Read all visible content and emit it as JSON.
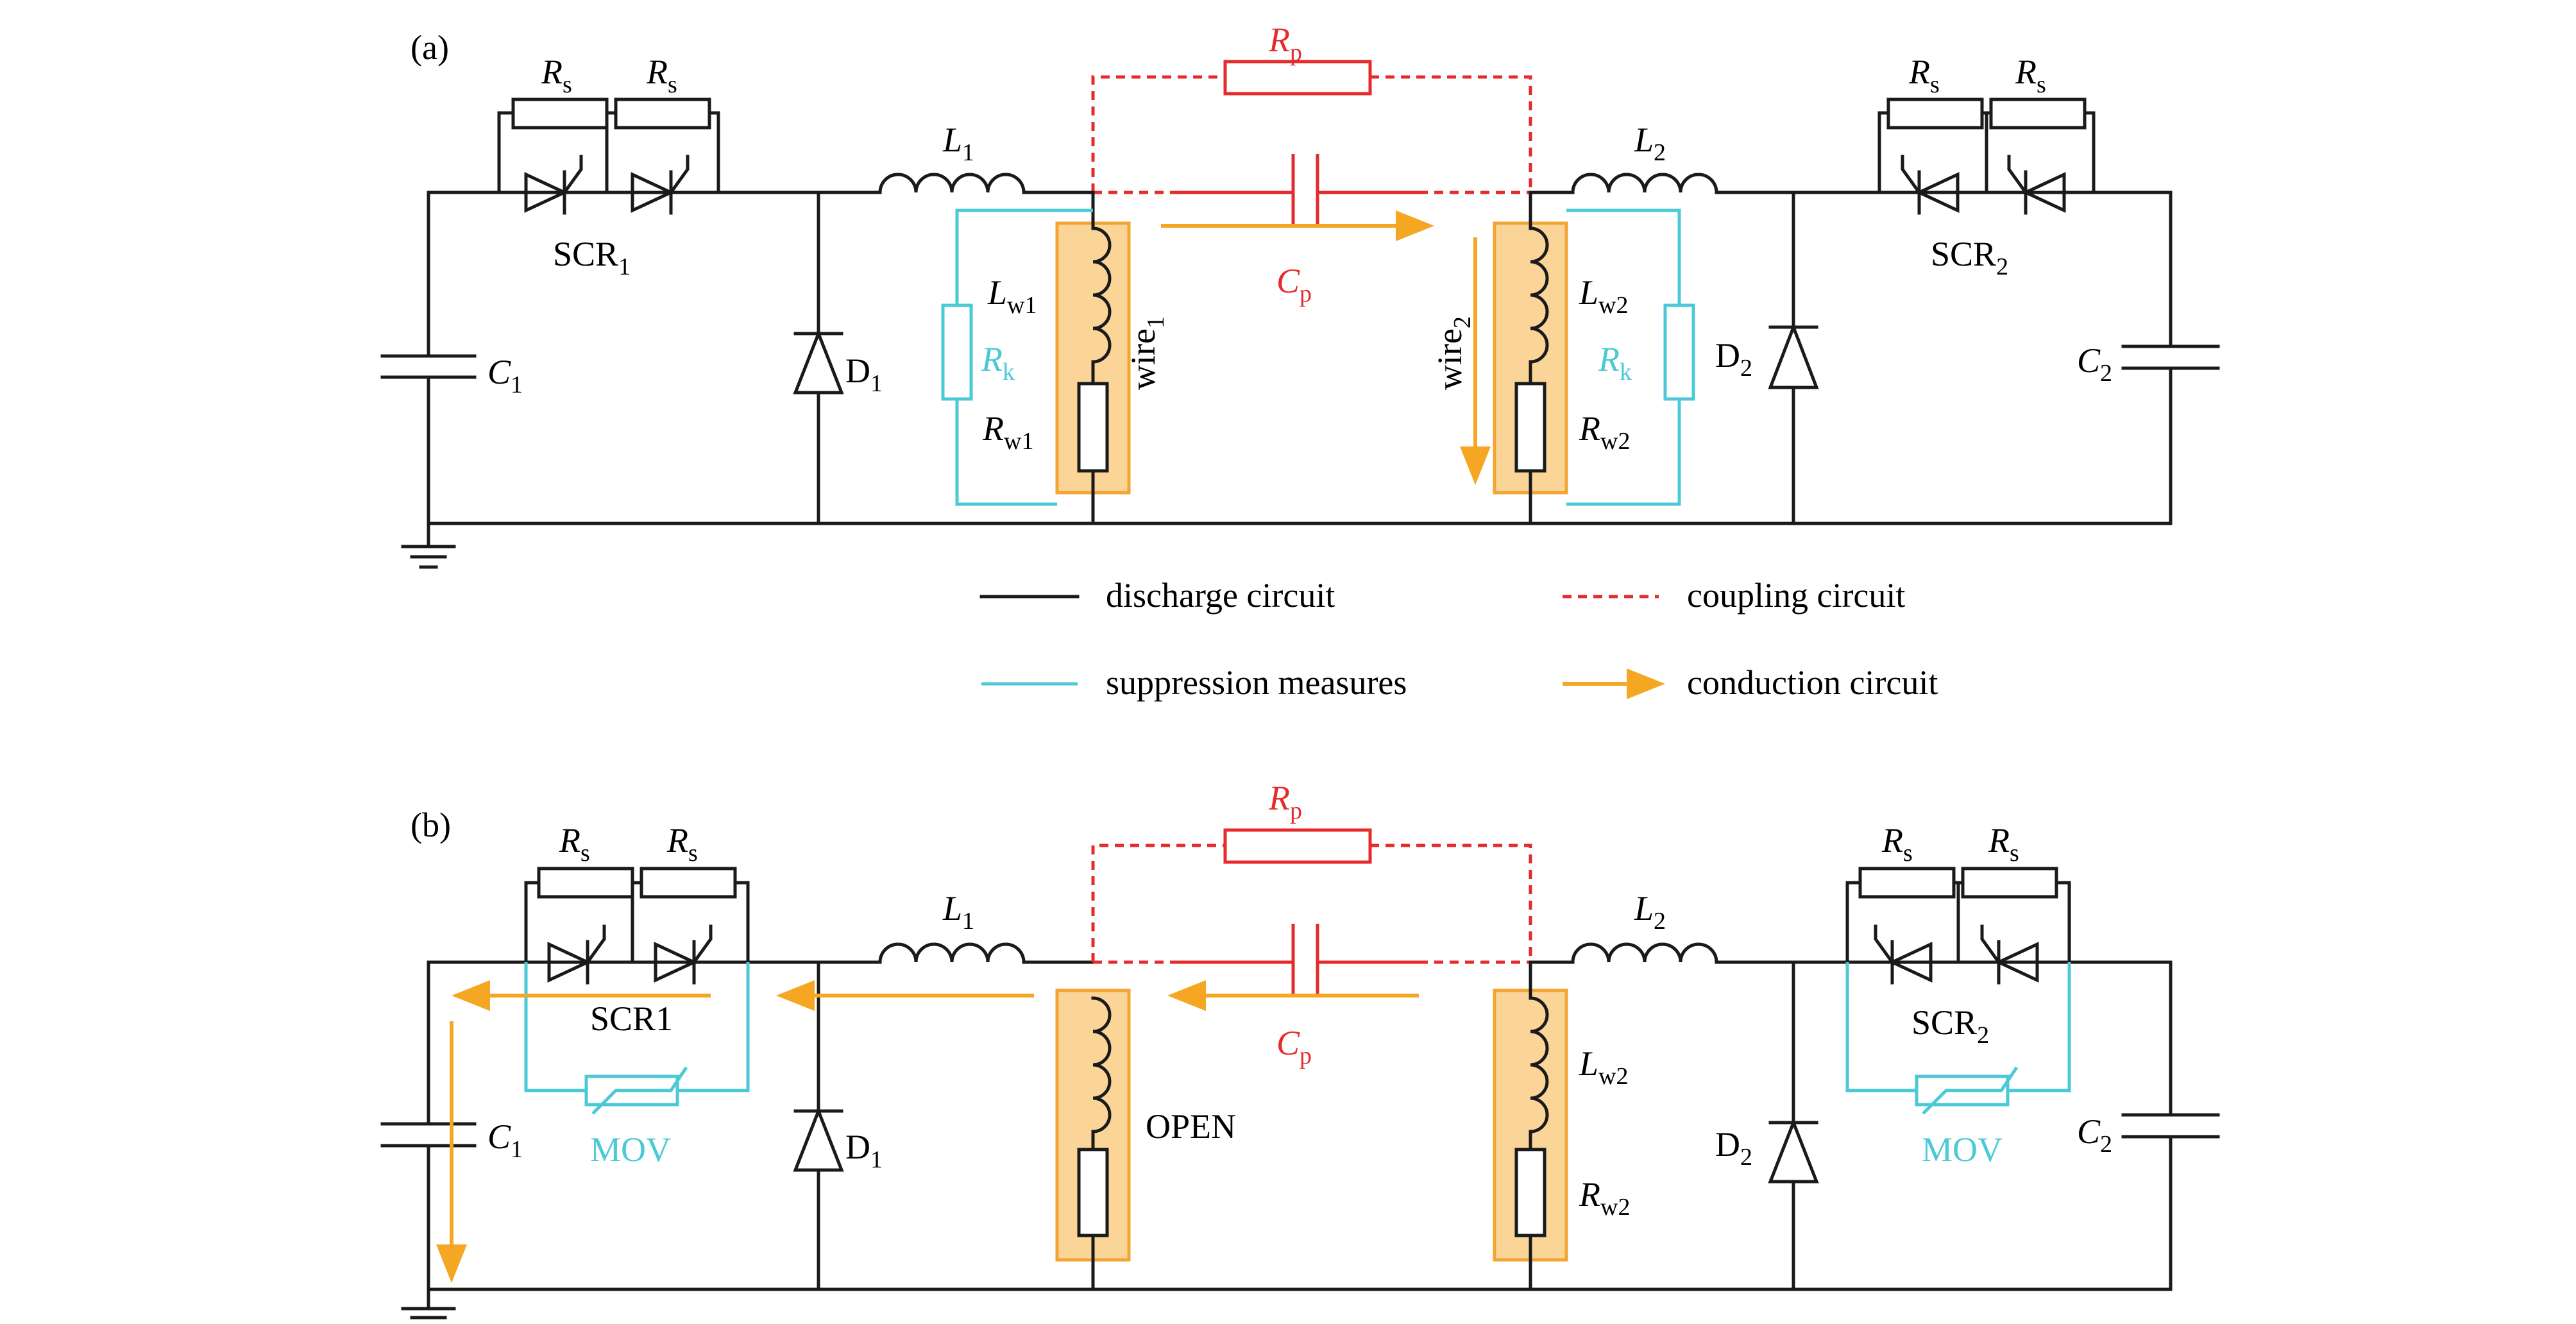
{
  "colors": {
    "discharge": "#1a1a1a",
    "coupling": "#e52b2b",
    "suppression": "#4cc9d6",
    "conduction": "#f5a623",
    "wire_box": "#fbd598"
  },
  "panel_a": {
    "tag": "(a)",
    "rp": {
      "main": "R",
      "sub": "p"
    },
    "cp": {
      "main": "C",
      "sub": "p"
    },
    "rs_left_1": {
      "main": "R",
      "sub": "s"
    },
    "rs_left_2": {
      "main": "R",
      "sub": "s"
    },
    "rs_right_1": {
      "main": "R",
      "sub": "s"
    },
    "rs_right_2": {
      "main": "R",
      "sub": "s"
    },
    "scr1": {
      "main": "SCR",
      "sub": "1"
    },
    "scr2": {
      "main": "SCR",
      "sub": "2"
    },
    "l1": {
      "main": "L",
      "sub": "1"
    },
    "l2": {
      "main": "L",
      "sub": "2"
    },
    "c1": {
      "main": "C",
      "sub": "1"
    },
    "c2": {
      "main": "C",
      "sub": "2"
    },
    "d1": {
      "main": "D",
      "sub": "1"
    },
    "d2": {
      "main": "D",
      "sub": "2"
    },
    "lw1": {
      "main": "L",
      "sub": "w1"
    },
    "rw1": {
      "main": "R",
      "sub": "w1"
    },
    "lw2": {
      "main": "L",
      "sub": "w2"
    },
    "rw2": {
      "main": "R",
      "sub": "w2"
    },
    "rk_left": {
      "main": "R",
      "sub": "k"
    },
    "rk_right": {
      "main": "R",
      "sub": "k"
    },
    "wire1": {
      "main": "wire",
      "sub": "1"
    },
    "wire2": {
      "main": "wire",
      "sub": "2"
    }
  },
  "legend": {
    "discharge": "discharge circuit",
    "coupling": "coupling circuit",
    "suppression": "suppression measures",
    "conduction": "conduction circuit"
  },
  "panel_b": {
    "tag": "(b)",
    "rp": {
      "main": "R",
      "sub": "p"
    },
    "cp": {
      "main": "C",
      "sub": "p"
    },
    "rs_left_1": {
      "main": "R",
      "sub": "s"
    },
    "rs_left_2": {
      "main": "R",
      "sub": "s"
    },
    "rs_right_1": {
      "main": "R",
      "sub": "s"
    },
    "rs_right_2": {
      "main": "R",
      "sub": "s"
    },
    "scr1": "SCR1",
    "scr2": {
      "main": "SCR",
      "sub": "2"
    },
    "l1": {
      "main": "L",
      "sub": "1"
    },
    "l2": {
      "main": "L",
      "sub": "2"
    },
    "c1": {
      "main": "C",
      "sub": "1"
    },
    "c2": {
      "main": "C",
      "sub": "2"
    },
    "d1": {
      "main": "D",
      "sub": "1"
    },
    "d2": {
      "main": "D",
      "sub": "2"
    },
    "lw2": {
      "main": "L",
      "sub": "w2"
    },
    "rw2": {
      "main": "R",
      "sub": "w2"
    },
    "open": "OPEN",
    "mov_left": "MOV",
    "mov_right": "MOV"
  }
}
